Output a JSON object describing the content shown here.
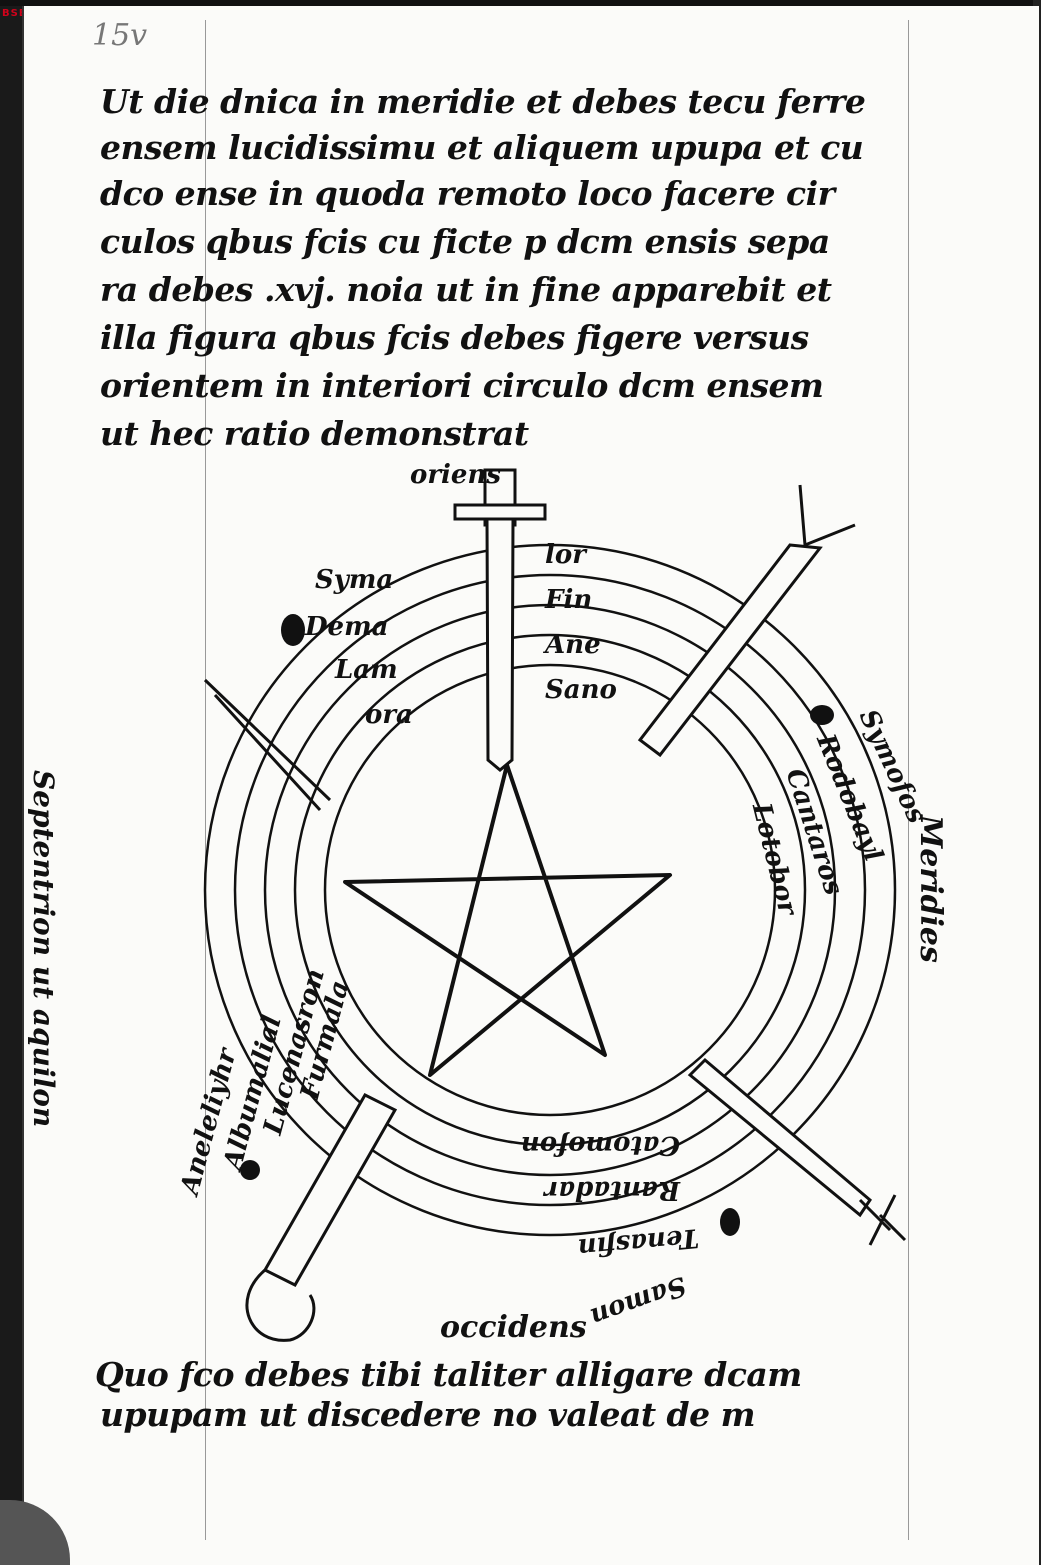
{
  "library_mark": "BSB",
  "folio": "15v",
  "text_lines": [
    "Ut die dnica in meridie et debes tecu ferre",
    "ensem lucidissimu et aliquem upupa et cu",
    "dco ense in quoda remoto loco facere cir",
    "culos qbus fcis cu ficte p dcm ensis sepa",
    "ra debes .xvj. noia ut in fine apparebit et",
    "illa figura qbus fcis debes figere versus",
    "orientem in interiori circulo dcm ensem",
    "ut hec ratio demonstrat"
  ],
  "directions": {
    "east": "oriens",
    "south": "Meridies",
    "west": "occidens",
    "north": "Septentrion ut aquilon"
  },
  "ring_names": {
    "northeast": [
      "lor",
      "Fin",
      "Ane",
      "Sano"
    ],
    "northwest": [
      "Syma",
      "Dema",
      "Lam",
      "ora"
    ],
    "southeast": [
      "Symofos",
      "Rodobayl",
      "Cantaros",
      "Lotobor"
    ],
    "southwest": [
      "Aneleliyhr",
      "Albumalial",
      "Lucenasron",
      "Furmala"
    ],
    "bottom": [
      "Catomofon",
      "Rantadar",
      "Tenasfin",
      "Samon"
    ]
  },
  "closing_lines": [
    "Quo fco debes tibi taliter alligare dcam",
    "upupam ut discedere no valeat de m"
  ]
}
